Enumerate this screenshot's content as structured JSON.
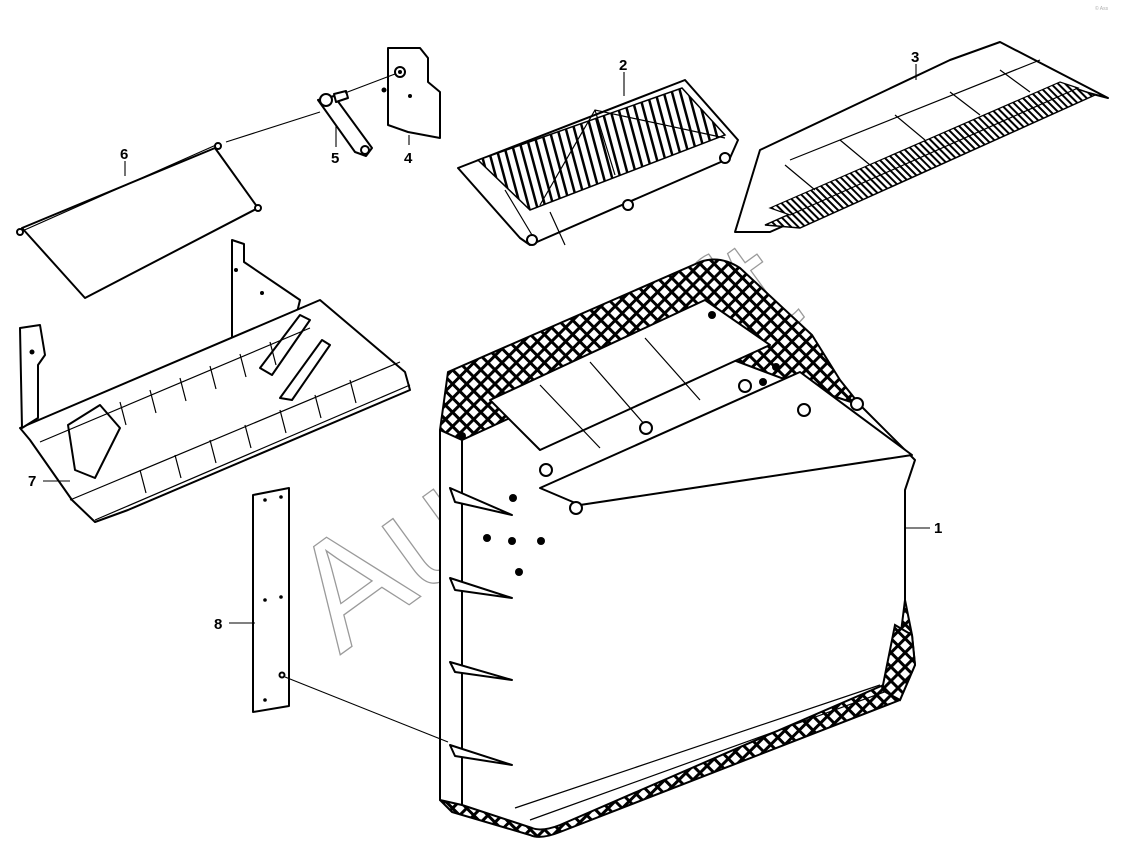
{
  "callouts": [
    {
      "id": "1",
      "label": "1"
    },
    {
      "id": "2",
      "label": "2"
    },
    {
      "id": "3",
      "label": "3"
    },
    {
      "id": "4",
      "label": "4"
    },
    {
      "id": "5",
      "label": "5"
    },
    {
      "id": "6",
      "label": "6"
    },
    {
      "id": "7",
      "label": "7"
    },
    {
      "id": "8",
      "label": "8"
    }
  ],
  "watermark": "AutoSoft",
  "corner_mark": "© Ass"
}
